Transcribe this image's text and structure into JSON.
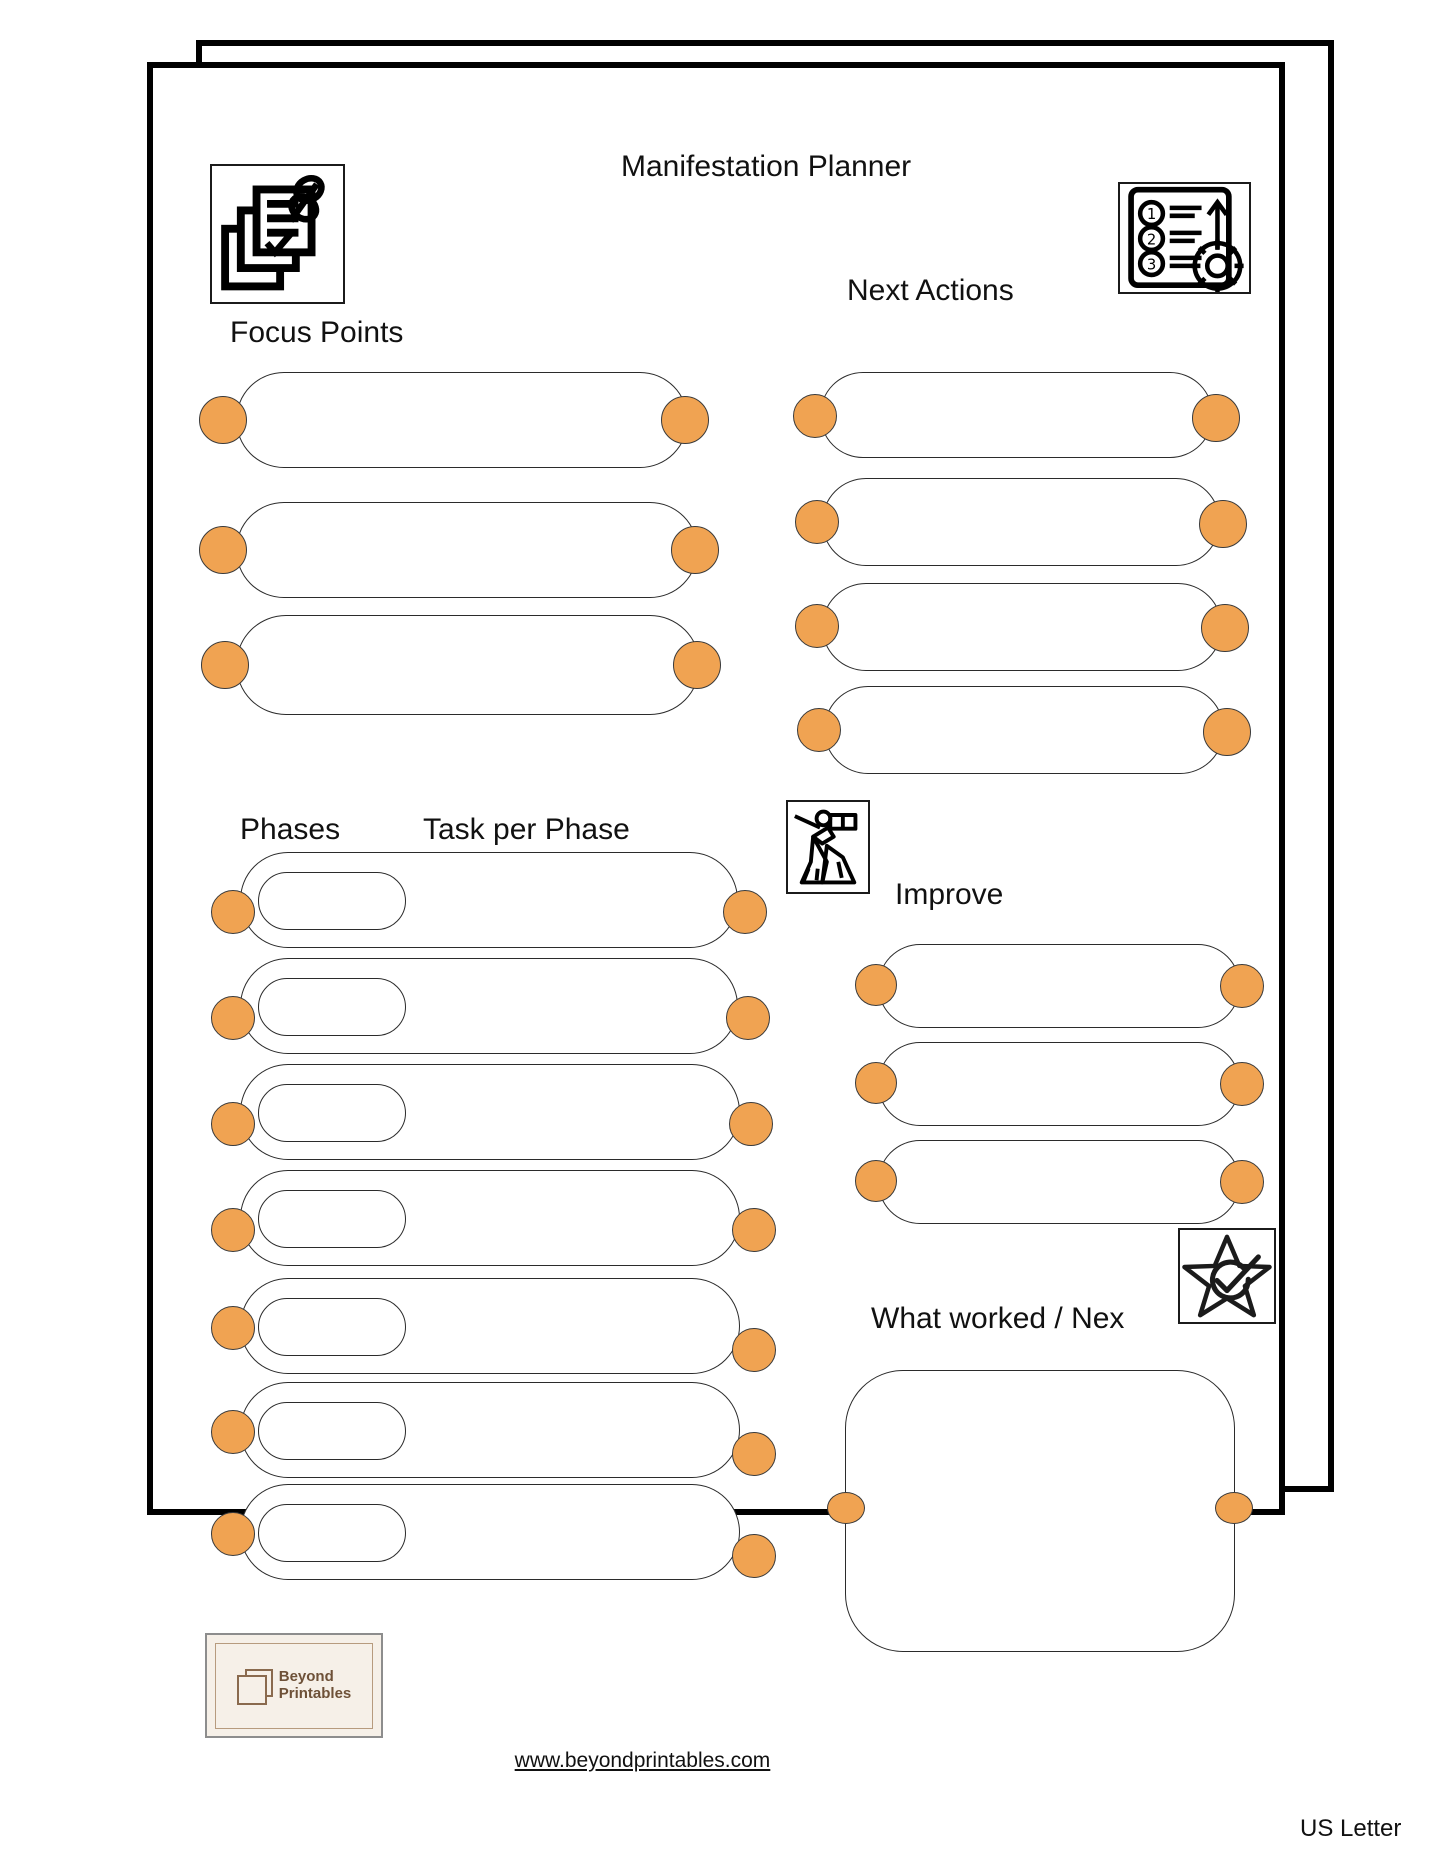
{
  "document": {
    "title": "Manifestation Planner",
    "paper_size_label": "US Letter",
    "website": "www.beyondprintables.com",
    "accent_color": "#f0a352",
    "line_color": "#2b2b2b",
    "brand": {
      "name_line1": "Beyond",
      "name_line2": "Printables",
      "background": "#f6f0e8",
      "text_color": "#6e5138"
    }
  },
  "sections": {
    "focus_points": {
      "heading": "Focus Points",
      "icon": "checklist-pin-icon",
      "row_count": 3,
      "rows": [
        "",
        "",
        ""
      ]
    },
    "next_actions": {
      "heading": "Next Actions",
      "icon": "numbered-list-gear-icon",
      "row_count": 4,
      "rows": [
        "",
        "",
        "",
        ""
      ]
    },
    "phases": {
      "heading_left": "Phases",
      "heading_right": "Task per Phase",
      "icon": "climber-flag-icon",
      "row_count": 7,
      "rows": [
        {
          "phase": "",
          "task": ""
        },
        {
          "phase": "",
          "task": ""
        },
        {
          "phase": "",
          "task": ""
        },
        {
          "phase": "",
          "task": ""
        },
        {
          "phase": "",
          "task": ""
        },
        {
          "phase": "",
          "task": ""
        },
        {
          "phase": "",
          "task": ""
        }
      ]
    },
    "improve": {
      "heading": "Improve",
      "row_count": 3,
      "rows": [
        "",
        "",
        ""
      ]
    },
    "what_worked": {
      "heading": "What worked / Nex",
      "icon": "star-check-icon",
      "note": ""
    }
  }
}
